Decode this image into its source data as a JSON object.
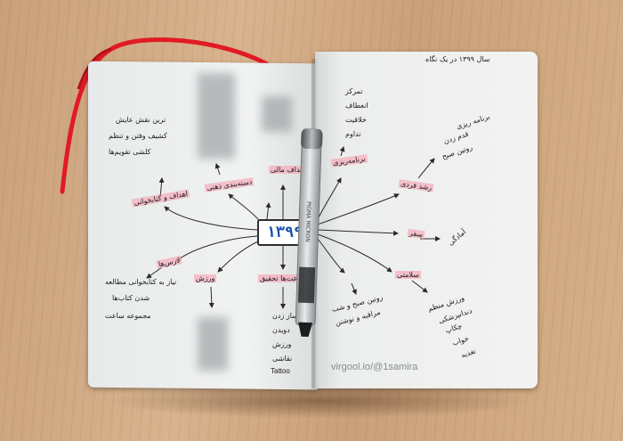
{
  "center_label": "۱۳۹۹",
  "watermark": "virgool.io/@1samira",
  "left_page": {
    "top_nodes": [
      "ترین نقش عایش",
      "کشیف وفتن و تنظم",
      "کلشی تقویم‌ها"
    ],
    "node_a": "اهداف و کتابخوانی",
    "node_b": "دسته‌بندی ذهنی",
    "node_c": "اهداف مالی",
    "node_d": "درس‌ها",
    "node_e": "ورزش",
    "node_f": "ساعت‌ها تحقیق",
    "list_left": [
      "نیاز به کتابخوانی مطالعه",
      "شدن کتاب‌ها",
      "مجموعه ساعت"
    ],
    "list_right": [
      "ساز زدن",
      "دویدن",
      "ورزش",
      "نقاشی",
      "Tattoo"
    ]
  },
  "right_page": {
    "header": "سال ۱۳۹۹ در یک نگاه",
    "top_list": [
      "تمرکز",
      "انعطاف",
      "خلاقیت",
      "تداوم"
    ],
    "node_a": "برنامه‌ریزی",
    "node_b": "رشد فردی",
    "node_c": "سفر",
    "node_d": "سلامتی",
    "right_list": [
      "برنامه ریزی",
      "قدم زدن",
      "روتین صبح"
    ],
    "far_right": "آمادگی",
    "bottom_list": [
      "ورزش منظم",
      "دندانپزشکی",
      "چکاپ",
      "خواب",
      "تغذیه"
    ],
    "left_list": [
      "روتین صبح و شب",
      "مراقبه و نوشتن"
    ]
  },
  "colors": {
    "ribbon": "#e01b24",
    "highlight": "#f5aab9",
    "ink": "#1a1a1a",
    "center_number": "#1652a8"
  }
}
